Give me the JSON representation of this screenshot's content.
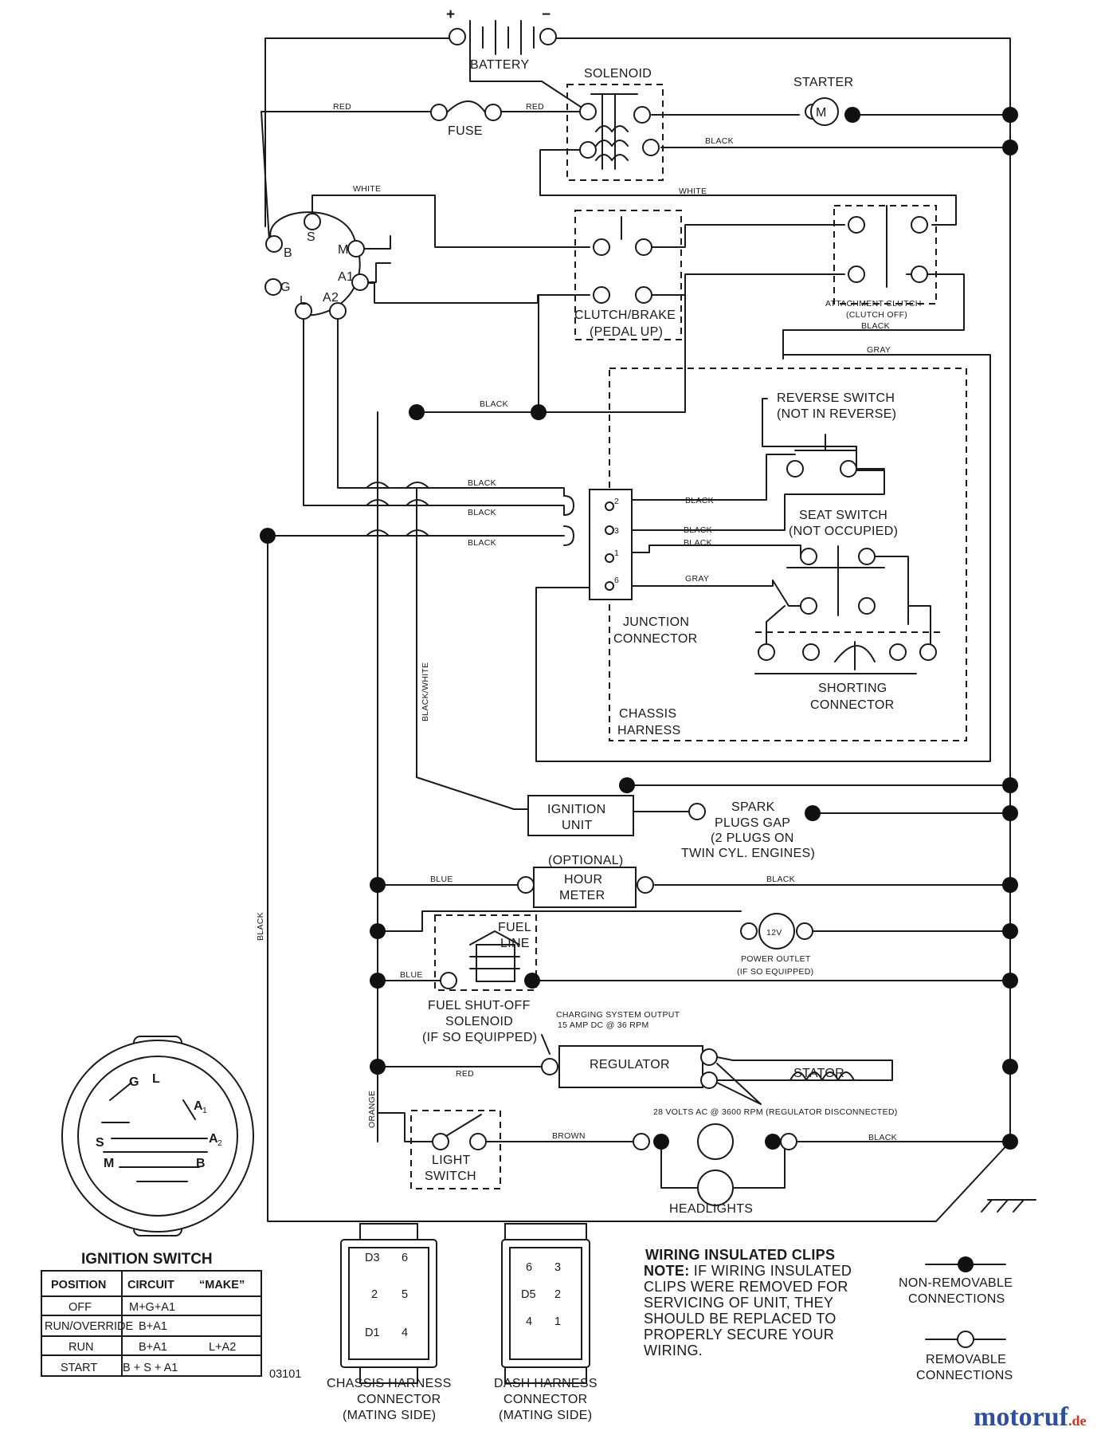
{
  "components": {
    "battery": "BATTERY",
    "battery_pos": "+",
    "battery_neg": "−",
    "solenoid": "SOLENOID",
    "starter": "STARTER",
    "starter_motor": "M",
    "fuse": "FUSE",
    "clutch_brake_1": "CLUTCH/BRAKE",
    "clutch_brake_2": "(PEDAL UP)",
    "attachment_clutch_1": "ATTACHMENT CLUTCH",
    "attachment_clutch_2": "(CLUTCH OFF)",
    "reverse_switch_1": "REVERSE SWITCH",
    "reverse_switch_2": "(NOT IN REVERSE)",
    "seat_switch_1": "SEAT SWITCH",
    "seat_switch_2": "(NOT OCCUPIED)",
    "junction_connector_1": "JUNCTION",
    "junction_connector_2": "CONNECTOR",
    "chassis_harness_1": "CHASSIS",
    "chassis_harness_2": "HARNESS",
    "shorting_connector_1": "SHORTING",
    "shorting_connector_2": "CONNECTOR",
    "ignition_unit_1": "IGNITION",
    "ignition_unit_2": "UNIT",
    "spark_1": "SPARK",
    "spark_2": "PLUGS GAP",
    "spark_3": "(2 PLUGS ON",
    "spark_4": "TWIN CYL. ENGINES)",
    "optional": "(OPTIONAL)",
    "hour_meter_1": "HOUR",
    "hour_meter_2": "METER",
    "fuel_line_1": "FUEL",
    "fuel_line_2": "LINE",
    "power_outlet_symbol": "12V",
    "power_outlet_1": "POWER OUTLET",
    "power_outlet_2": "(IF SO EQUIPPED)",
    "fuel_solenoid_1": "FUEL SHUT-OFF",
    "fuel_solenoid_2": "SOLENOID",
    "fuel_solenoid_3": "(IF SO EQUIPPED)",
    "charging_1": "CHARGING SYSTEM OUTPUT",
    "charging_2": "15 AMP DC @ 36 RPM",
    "regulator": "REGULATOR",
    "stator": "STATOR",
    "volts_ac": "28 VOLTS AC @ 3600 RPM (REGULATOR DISCONNECTED)",
    "light_switch_1": "LIGHT",
    "light_switch_2": "SWITCH",
    "headlights": "HEADLIGHTS"
  },
  "ignition_terminals": {
    "B": "B",
    "S": "S",
    "M": "M",
    "A1": "A1",
    "G": "G",
    "L": "L",
    "A2": "A2"
  },
  "junction_pins": {
    "p2": "2",
    "p3": "3",
    "p1": "1",
    "p6": "6"
  },
  "wires": {
    "red": "RED",
    "white": "WHITE",
    "black": "BLACK",
    "gray": "GRAY",
    "blue": "BLUE",
    "black_white": "BLACK/WHITE",
    "orange": "ORANGE",
    "brown": "BROWN"
  },
  "ignition_switch": {
    "title": "IGNITION SWITCH",
    "face": {
      "G": "G",
      "L": "L",
      "A1": "A",
      "A1_sub": "1",
      "A2": "A",
      "A2_sub": "2",
      "S": "S",
      "M": "M",
      "B": "B"
    },
    "headers": [
      "POSITION",
      "CIRCUIT",
      "“MAKE”"
    ],
    "rows": [
      [
        "OFF",
        "M+G+A1",
        ""
      ],
      [
        "RUN/OVERRIDE",
        "B+A1",
        ""
      ],
      [
        "RUN",
        "B+A1",
        "L+A2"
      ],
      [
        "START",
        "B + S + A1",
        ""
      ]
    ]
  },
  "part_number": "03101",
  "chassis_connector": {
    "pins": [
      "D3",
      "6",
      "2",
      "5",
      "D1",
      "4"
    ],
    "caption": [
      "CHASSIS HARNESS",
      "CONNECTOR",
      "(MATING SIDE)"
    ]
  },
  "dash_connector": {
    "pins": [
      "6",
      "3",
      "D5",
      "2",
      "4",
      "1"
    ],
    "caption": [
      "DASH HARNESS",
      "CONNECTOR",
      "(MATING SIDE)"
    ]
  },
  "note": {
    "title": "WIRING INSULATED CLIPS",
    "prefix": "NOTE:",
    "lines": [
      " IF WIRING INSULATED",
      "CLIPS WERE REMOVED FOR",
      "SERVICING OF UNIT, THEY",
      "SHOULD BE REPLACED TO",
      "PROPERLY SECURE YOUR",
      " WIRING."
    ]
  },
  "legend": {
    "non_removable": [
      "NON-REMOVABLE",
      "CONNECTIONS"
    ],
    "removable": [
      "REMOVABLE",
      "CONNECTIONS"
    ]
  },
  "watermark": {
    "brand": "motoruf",
    "tld": ".de",
    "color_left": "#2f4f9a",
    "color_right": "#c0392b"
  }
}
